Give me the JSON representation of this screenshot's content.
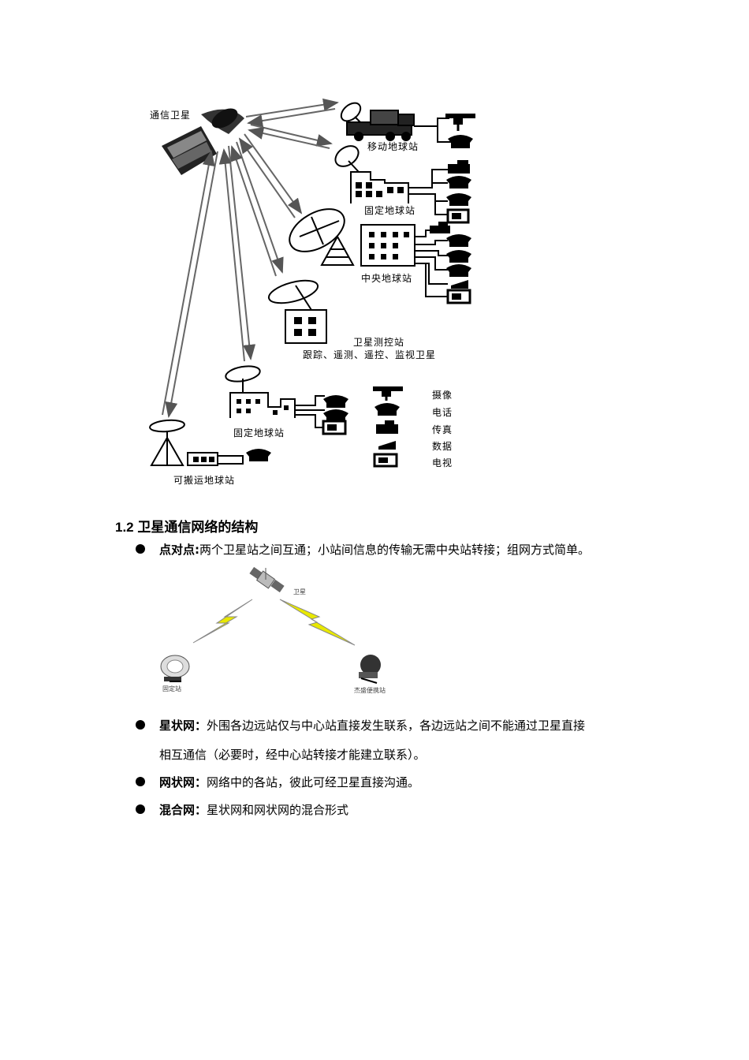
{
  "figure1": {
    "labels": {
      "satellite": "通信卫星",
      "mobile_station": "移动地球站",
      "fixed_station_1": "固定地球站",
      "central_station": "中央地球站",
      "control_station": "卫星测控站",
      "control_desc": "跟踪、遥测、遥控、监视卫星",
      "fixed_station_2": "固定地球站",
      "portable_station": "可搬运地球站"
    },
    "legend": [
      {
        "icon": "camera-icon",
        "label": "摄像"
      },
      {
        "icon": "telephone-icon",
        "label": "电话"
      },
      {
        "icon": "fax-icon",
        "label": "传真"
      },
      {
        "icon": "data-terminal-icon",
        "label": "数据"
      },
      {
        "icon": "tv-icon",
        "label": "电视"
      }
    ]
  },
  "section": {
    "heading": "1.2 卫星通信网络的结构"
  },
  "figure2": {
    "satellite_label": "卫星",
    "fixed_label": "固定站",
    "portable_label": "杰盛便携站"
  },
  "bullets": [
    {
      "term": "点对点:",
      "text": "两个卫星站之间互通；小站间信息的传输无需中央站转接；组网方式简单。"
    },
    {
      "term": "星状网：",
      "text": "外围各边远站仅与中心站直接发生联系，各边远站之间不能通过卫星直接",
      "text2": "相互通信（必要时，经中心站转接才能建立联系）。"
    },
    {
      "term": "网状网：",
      "text": "网络中的各站，彼此可经卫星直接沟通。"
    },
    {
      "term": "混合网：",
      "text": "星状网和网状网的混合形式"
    }
  ]
}
